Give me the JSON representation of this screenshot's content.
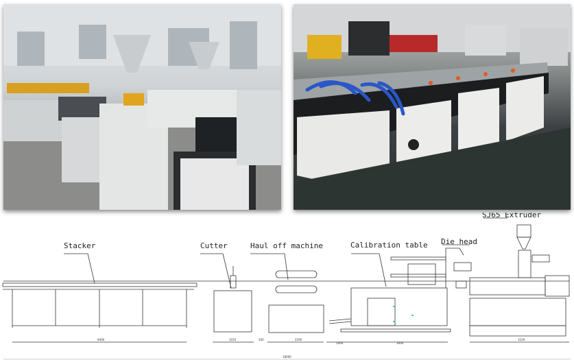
{
  "photos": {
    "left": {
      "subject": "extrusion-line-factory-floor"
    },
    "right": {
      "subject": "calibration-table-with-cooling-hoses"
    }
  },
  "drawing": {
    "labels": {
      "stacker": "Stacker",
      "cutter": "Cutter",
      "haul_off": "Haul off machine",
      "calibration": "Calibration table",
      "die_head": "Die head",
      "extruder": "SJ65 Extruder"
    },
    "dimensions": {
      "stacker": "9400",
      "cutter": "1010",
      "gap1": "500",
      "haul_off": "2200",
      "gap2": "1000",
      "calibration": "3000",
      "extruder": "3100",
      "total": "18000"
    }
  },
  "colors": {
    "line": "#333333",
    "accent_cyan": "#19b5c0",
    "hose_blue": "#2a56c8"
  }
}
